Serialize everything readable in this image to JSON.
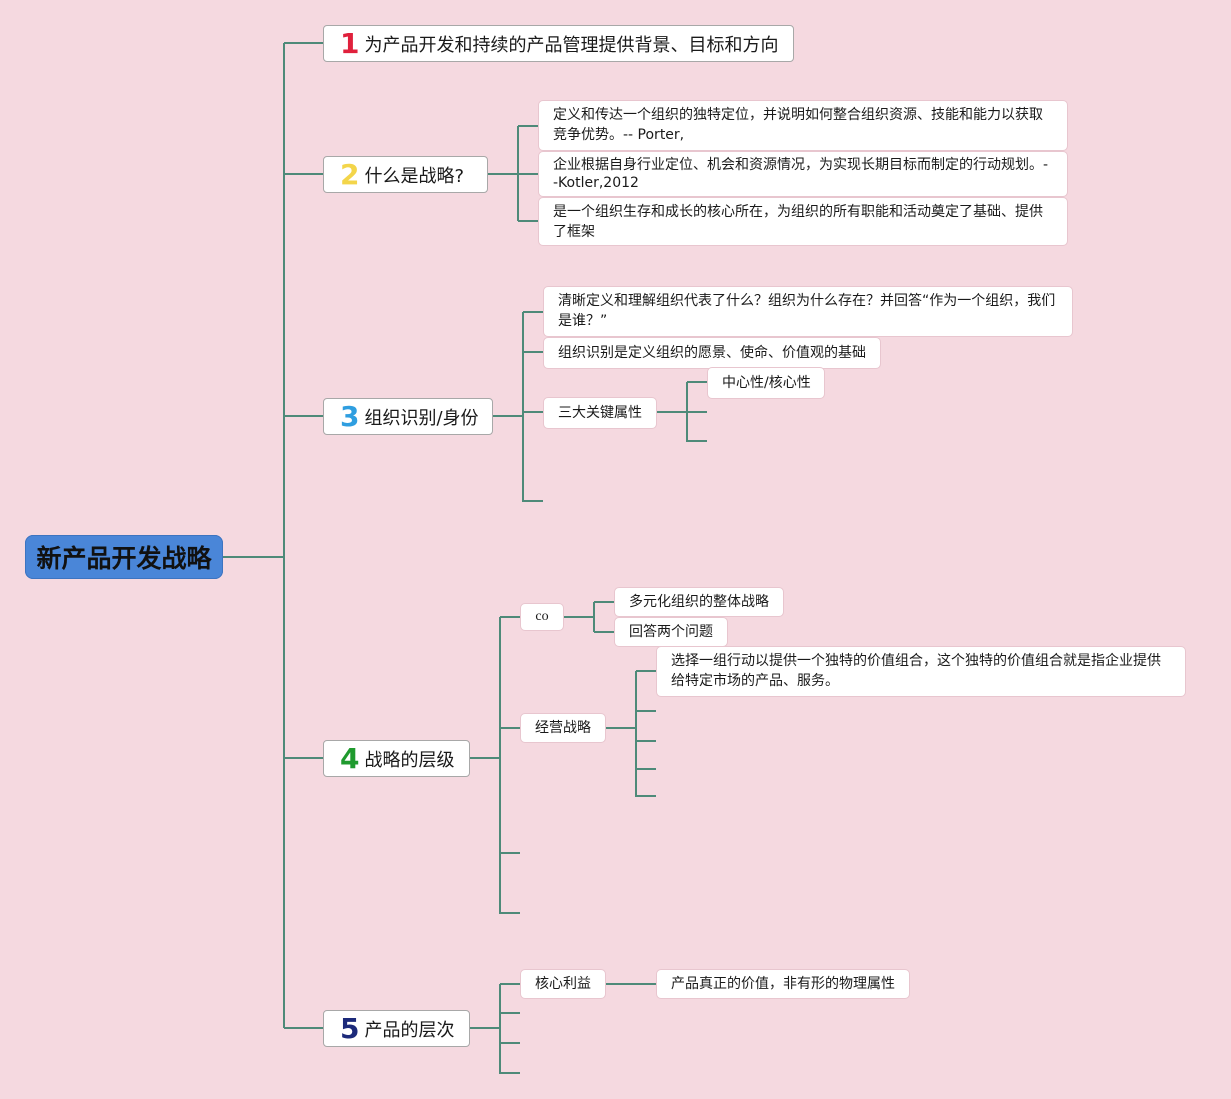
{
  "central": "新产品开发战略",
  "branches": {
    "b1": {
      "num": "1",
      "num_color": "#e0203c",
      "label": "为产品开发和持续的产品管理提供背景、目标和方向"
    },
    "b2": {
      "num": "2",
      "num_color": "#f3d54a",
      "label": "什么是战略?"
    },
    "b3": {
      "num": "3",
      "num_color": "#2f9ee0",
      "label": "组织识别/身份"
    },
    "b4": {
      "num": "4",
      "num_color": "#1f9a2e",
      "label": "战略的层级"
    },
    "b5": {
      "num": "5",
      "num_color": "#1c2a7a",
      "label": "产品的层次"
    }
  },
  "b2_items": [
    "定义和传达一个组织的独特定位，并说明如何整合组织资源、技能和能力以获取竞争优势。-- Porter,",
    "企业根据自身行业定位、机会和资源情况，为实现长期目标而制定的行动规划。--Kotler,2012",
    "是一个组织生存和成长的核心所在，为组织的所有职能和活动奠定了基础、提供了框架"
  ],
  "b3_items": {
    "i1": "清晰定义和理解组织代表了什么？组织为什么存在？并回答“作为一个组织，我们是谁？”",
    "i2": "组织识别是定义组织的愿景、使命、价值观的基础",
    "i3": "三大关键属性",
    "i3_sub": "中心性/核心性"
  },
  "b4_items": {
    "co": "co",
    "co_sub1": "多元化组织的整体战略",
    "co_sub2": "回答两个问题",
    "biz": "经营战略",
    "biz_sub1": "选择一组行动以提供一个独特的价值组合，这个独特的价值组合就是指企业提供给特定市场的产品、服务。"
  },
  "b5_items": {
    "core": "核心利益",
    "core_sub": "产品真正的价值，非有形的物理属性"
  },
  "colors": {
    "background": "#f5d9e0",
    "connector": "#4e8a79",
    "central_fill": "#4a86d8"
  }
}
